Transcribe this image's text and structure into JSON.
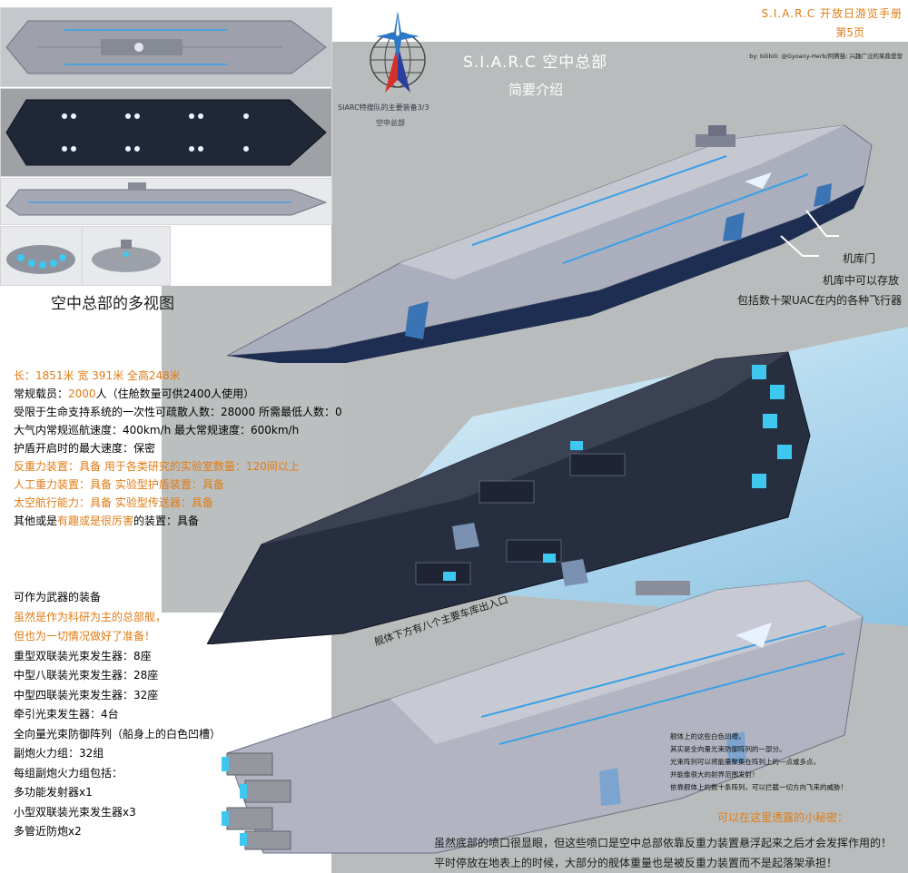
{
  "header": {
    "manual_title": "S.I.A.R.C 开放日游览手册",
    "page_no": "第5页",
    "byline": "by: bilibili: @Gyoany-Herb/阿腾猫: 兴趣广泛的某鼎堡营"
  },
  "title": {
    "main": "S.I.A.R.C 空中总部",
    "sub": "简要介绍",
    "emblem_caption_1": "SIARC特搜队的主要装备3/3",
    "emblem_caption_2": "空中总部"
  },
  "multiview_label": "空中总部的多视图",
  "hangar": {
    "label": "机库门",
    "line1": "机库中可以存放",
    "line2": "包括数十架UAC在内的各种飞行器"
  },
  "specs": {
    "dims": "长：1851米 宽 391米 全高248米",
    "crew_pre": "常规载员：",
    "crew_num": "2000",
    "crew_post": "人（住舱数量可供2400人使用）",
    "evac": "受限于生命支持系统的一次性可疏散人数：28000 所需最低人数：0",
    "speed": "大气内常规巡航速度：400km/h 最大常规速度：600km/h",
    "shield_speed": "护盾开启时的最大速度：保密",
    "antigrav": "反重力装置：具备   用于各类研究的实验室数量：120间以上",
    "artgrav": "人工重力装置：具备  实验型护盾装置：具备",
    "space": "太空航行能力：具备  实验型传送器：具备",
    "other_pre": "其他或是",
    "other_hl": "有趣或是很厉害",
    "other_post": "的装置：具备"
  },
  "weapons": {
    "heading": "可作为武器的装备",
    "note1": "虽然是作为科研为主的总部舰，",
    "note2": "但也为一切情况做好了准备！",
    "items": [
      "重型双联装光束发生器：8座",
      "中型八联装光束发生器：28座",
      "中型四联装光束发生器：32座",
      "牵引光束发生器：4台",
      "全向量光束防御阵列（船身上的白色凹槽）",
      "副炮火力组：32组",
      "每组副炮火力组包括：",
      "多功能发射器x1",
      "小型双联装光束发生器x3",
      "多管近防炮x2"
    ]
  },
  "garage_caption": "舰体下方有八个主要车库出入口",
  "secret": {
    "lines": [
      "舰体上的这些白色凹槽，",
      "其实是全向量光束防御阵列的一部分。",
      "光束阵列可以将能量聚集在阵列上的一点或多点，",
      "并能像很大的射界范围发射！",
      "依靠舰体上的数十条阵列，可以拦截一切方向飞来的威胁！"
    ],
    "heading": "可以在这里透露的小秘密：",
    "bottom1": "虽然底部的喷口很显眼，但这些喷口是空中总部依靠反重力装置悬浮起来之后才会发挥作用的！",
    "bottom2": "平时停放在地表上的时候，大部分的舰体重量也是被反重力装置而不是起落架承担！"
  },
  "colors": {
    "orange": "#e07b14",
    "hull": "#b3b5c0",
    "hull_dark": "#262d3c",
    "glow": "#3ec8f0",
    "bg": "#b9bcbc"
  }
}
